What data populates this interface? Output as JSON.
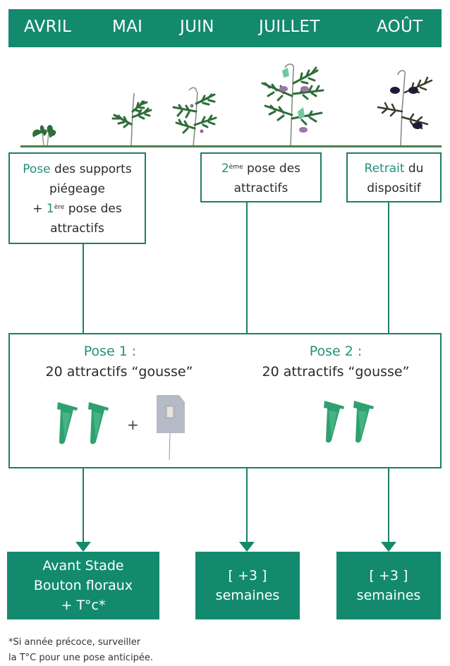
{
  "months": [
    "AVRIL",
    "MAI",
    "JUIN",
    "JUILLET",
    "AOÛT"
  ],
  "growth_stages": [
    {
      "name": "seedling"
    },
    {
      "name": "young-plant"
    },
    {
      "name": "branching-plant"
    },
    {
      "name": "flowering-plant"
    },
    {
      "name": "mature-pod-plant"
    }
  ],
  "steps": [
    {
      "accent": "Pose",
      "text_1": " des supports",
      "text_2": "piégeage",
      "prefix_3": "+ ",
      "accent_3": "1",
      "sup_3": "ère",
      "text_3": " pose des",
      "text_4": "attractifs"
    },
    {
      "accent": "2",
      "sup": "ème",
      "text_1": " pose des",
      "text_2": "attractifs"
    },
    {
      "accent": "Retrait",
      "text_1": " du",
      "text_2": "dispositif"
    }
  ],
  "poses": [
    {
      "title": "Pose 1 :",
      "subtitle": "20 attractifs “gousse”",
      "items": [
        "green-tube",
        "green-tube",
        "plus",
        "trap-support"
      ]
    },
    {
      "title": "Pose 2 :",
      "subtitle": "20 attractifs “gousse”",
      "items": [
        "green-tube",
        "green-tube"
      ]
    }
  ],
  "plus_sign": "+",
  "results": [
    {
      "line_1": "Avant Stade",
      "line_2": "Bouton floraux",
      "line_3": "+ T°c*"
    },
    {
      "line_1": "[ +3 ]",
      "line_2": "semaines"
    },
    {
      "line_1": "[ +3 ]",
      "line_2": "semaines"
    }
  ],
  "footnote": {
    "line_1": "*Si année précoce, surveiller",
    "line_2": "la T°C pour une pose anticipée."
  },
  "colors": {
    "primary": "#138a6d",
    "accent_text": "#23907a",
    "border": "#1e7d67",
    "ground": "#4f7d4f"
  }
}
